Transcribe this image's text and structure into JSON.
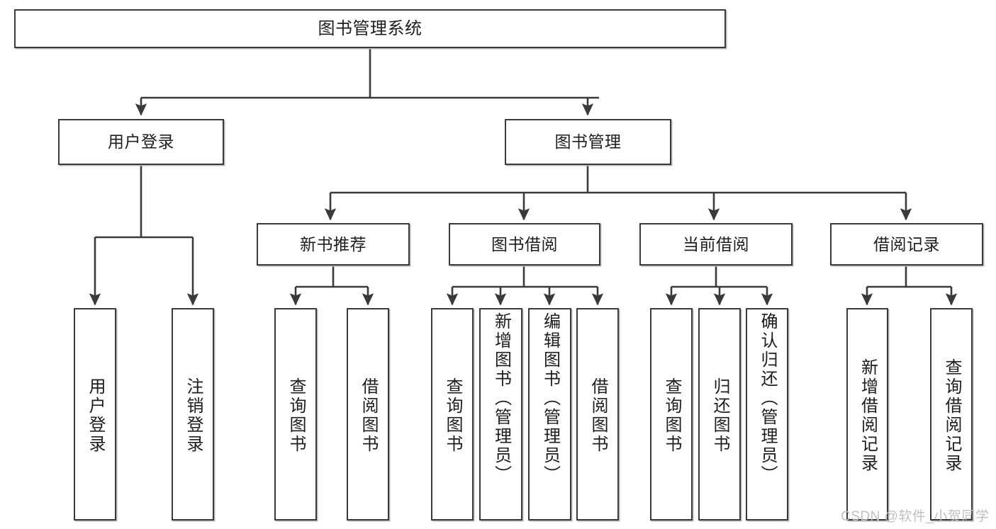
{
  "diagram": {
    "type": "tree-hierarchy",
    "title": "图书管理系统",
    "root": {
      "id": "root",
      "label": "图书管理系统"
    },
    "level2": [
      {
        "id": "user-login",
        "label": "用户登录"
      },
      {
        "id": "book-manage",
        "label": "图书管理"
      }
    ],
    "level3": [
      {
        "id": "new-book-rec",
        "label": "新书推荐",
        "parent": "book-manage"
      },
      {
        "id": "book-borrow",
        "label": "图书借阅",
        "parent": "book-manage"
      },
      {
        "id": "current-borrow",
        "label": "当前借阅",
        "parent": "book-manage"
      },
      {
        "id": "borrow-record",
        "label": "借阅记录",
        "parent": "book-manage"
      }
    ],
    "leaves": [
      {
        "id": "leaf-user-login",
        "label": "用户登录",
        "parent": "user-login"
      },
      {
        "id": "leaf-user-logout",
        "label": "注销登录",
        "parent": "user-login"
      },
      {
        "id": "leaf-query-book-1",
        "label": "查询图书",
        "parent": "new-book-rec"
      },
      {
        "id": "leaf-borrow-book-1",
        "label": "借阅图书",
        "parent": "new-book-rec"
      },
      {
        "id": "leaf-query-book-2",
        "label": "查询图书",
        "parent": "book-borrow"
      },
      {
        "id": "leaf-add-book",
        "label": "新增图书（管理员）",
        "parent": "book-borrow"
      },
      {
        "id": "leaf-edit-book",
        "label": "编辑图书（管理员）",
        "parent": "book-borrow"
      },
      {
        "id": "leaf-borrow-book-2",
        "label": "借阅图书",
        "parent": "book-borrow"
      },
      {
        "id": "leaf-query-book-3",
        "label": "查询图书",
        "parent": "current-borrow"
      },
      {
        "id": "leaf-return-book",
        "label": "归还图书",
        "parent": "current-borrow"
      },
      {
        "id": "leaf-confirm-return",
        "label": "确认归还（管理员）",
        "parent": "current-borrow"
      },
      {
        "id": "leaf-add-record",
        "label": "新增借阅记录",
        "parent": "borrow-record"
      },
      {
        "id": "leaf-query-record",
        "label": "查询借阅记录",
        "parent": "borrow-record"
      }
    ],
    "colors": {
      "stroke": "#3a3a3a",
      "fill": "#ffffff",
      "text": "#1d1d1d",
      "background": "#ffffff",
      "watermark": "#c0c0c0"
    }
  },
  "watermark": {
    "text": "CSDN @软件_小贺同学"
  }
}
